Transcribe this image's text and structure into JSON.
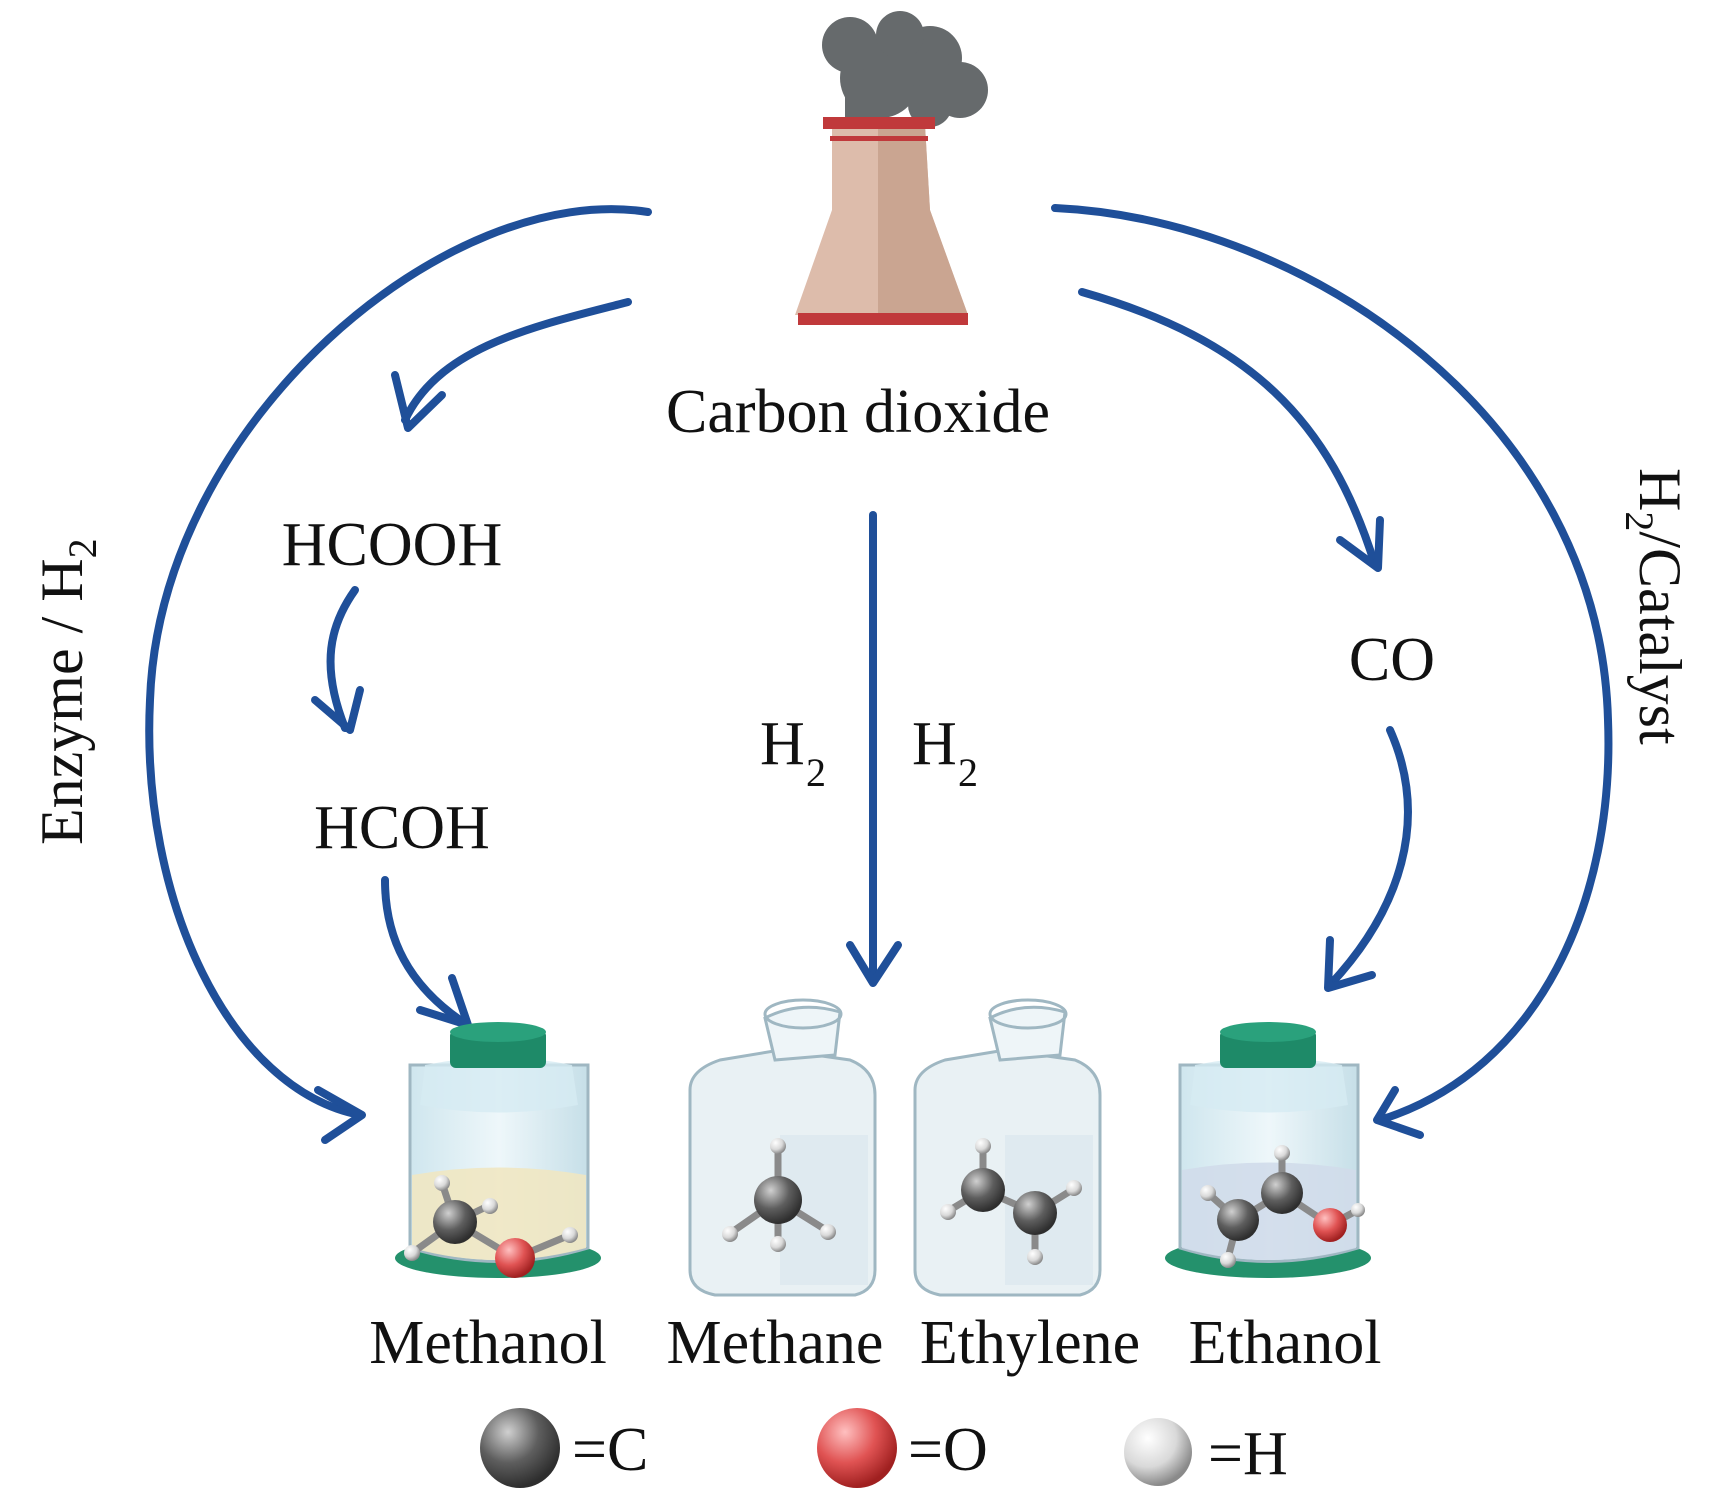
{
  "source": {
    "label": "Carbon dioxide",
    "icon": "factory-chimney-icon"
  },
  "intermediates": {
    "formic_acid": "HCOOH",
    "formaldehyde": "HCOH",
    "carbon_monoxide": "CO"
  },
  "conditions": {
    "left_prefix": "Enzyme / H",
    "left_sub": "2",
    "right_prefix": "H",
    "right_sub": "2",
    "right_suffix": "/Catalyst",
    "center_main": "H",
    "center_sub": "2"
  },
  "products": [
    {
      "name": "Methanol"
    },
    {
      "name": "Methane"
    },
    {
      "name": "Ethylene"
    },
    {
      "name": "Ethanol"
    }
  ],
  "legend": [
    {
      "atom": "=C",
      "color": "#5a5a5a"
    },
    {
      "atom": "=O",
      "color": "#e05353"
    },
    {
      "atom": "=H",
      "color": "#e8e8e8"
    }
  ],
  "colors": {
    "arrow": "#1f4f99",
    "cap": "#1e8a68",
    "chimney_band": "#c0393b"
  }
}
